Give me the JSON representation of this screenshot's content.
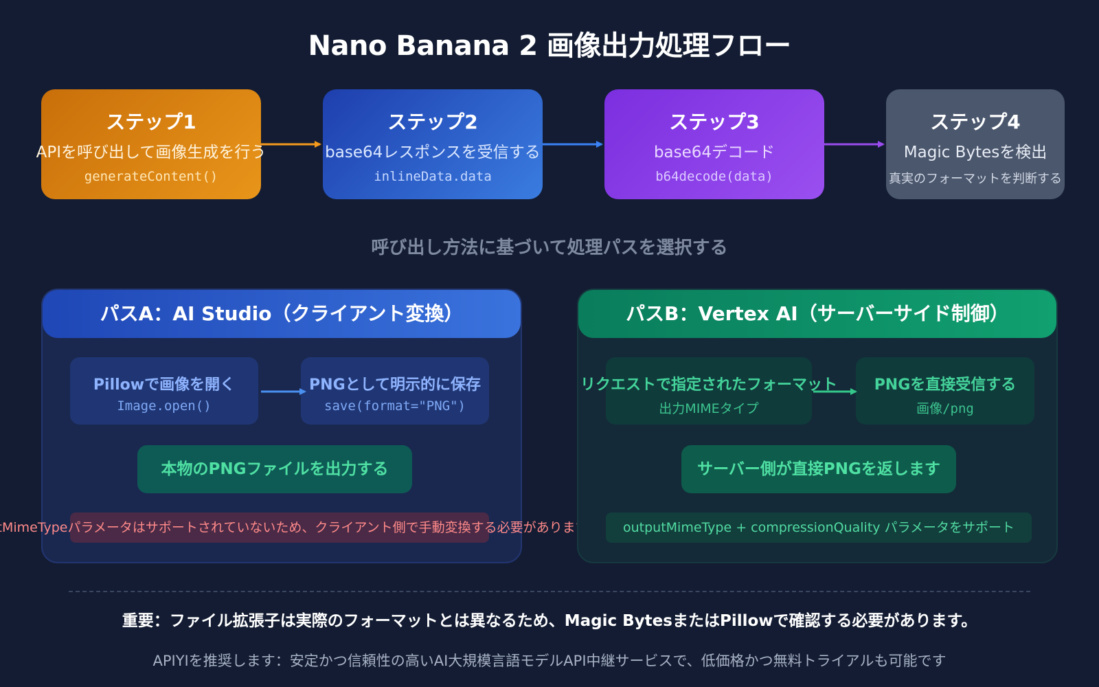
{
  "title": "Nano Banana 2 画像出力処理フロー",
  "steps": [
    {
      "title": "ステップ1",
      "desc": "APIを呼び出して画像生成を行う",
      "code": "generateContent()"
    },
    {
      "title": "ステップ2",
      "desc": "base64レスポンスを受信する",
      "code": "inlineData.data"
    },
    {
      "title": "ステップ3",
      "desc": "base64デコード",
      "code": "b64decode(data)"
    },
    {
      "title": "ステップ4",
      "desc": "Magic Bytesを検出",
      "code": "真実のフォーマットを判断する"
    }
  ],
  "subtitle": "呼び出し方法に基づいて処理パスを選択する",
  "pathA": {
    "header": "パスA：AI Studio（クライアント変換）",
    "box1": {
      "title": "Pillowで画像を開く",
      "sub": "Image.open()"
    },
    "box2": {
      "title": "PNGとして明示的に保存",
      "sub": "save(format=\"PNG\")"
    },
    "result": "本物のPNGファイルを出力する",
    "note": "outputMimeTypeパラメータはサポートされていないため、クライアント側で手動変換する必要があります。"
  },
  "pathB": {
    "header": "パスB：Vertex AI（サーバーサイド制御）",
    "box1": {
      "title": "リクエストで指定されたフォーマット",
      "sub": "出力MIMEタイプ"
    },
    "box2": {
      "title": "PNGを直接受信する",
      "sub": "画像/png"
    },
    "result": "サーバー側が直接PNGを返します",
    "note": "outputMimeType + compressionQuality パラメータをサポート"
  },
  "important": "重要：ファイル拡張子は実際のフォーマットとは異なるため、Magic BytesまたはPillowで確認する必要があります。",
  "footer": "APIYIを推奨します：安定かつ信頼性の高いAI大規模言語モデルAPI中継サービスで、低価格かつ無料トライアルも可能です",
  "colors": {
    "background": "#131c32",
    "step1": "#e8951a",
    "step2": "#3a7ce0",
    "step3": "#9a4ff0",
    "step4": "#4b576d",
    "pathA": "#3a73dd",
    "pathB": "#11a070",
    "warning": "#ff8a8a"
  }
}
